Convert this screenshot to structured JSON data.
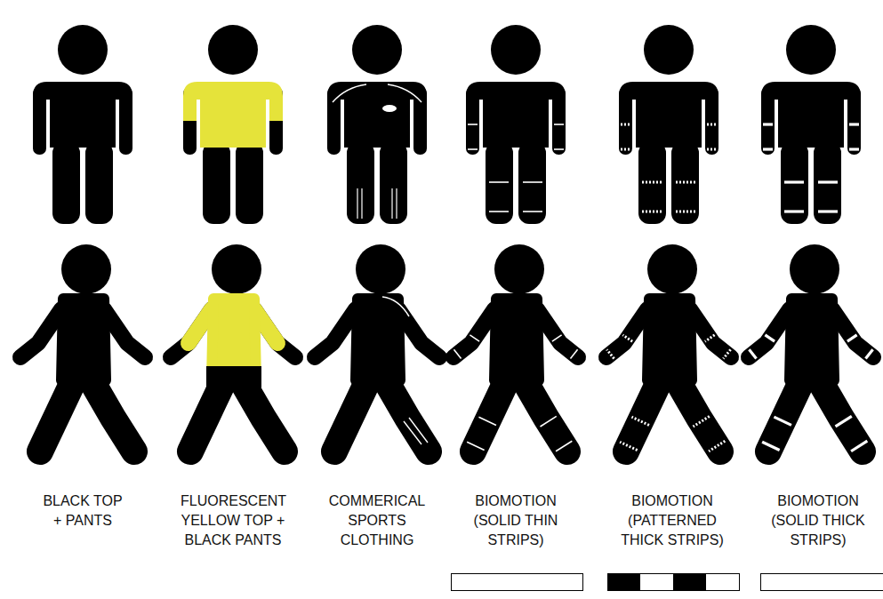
{
  "diagram": {
    "labels": [
      "BLACK TOP + PANTS",
      "FLUORESCENT YELLOW TOP + BLACK PANTS",
      "COMMERICAL SPORTS CLOTHING",
      "BIOMOTION (SOLID THIN STRIPS)",
      "BIOMOTION (PATTERNED THICK STRIPS)",
      "BIOMOTION (SOLID THICK STRIPS)"
    ]
  }
}
